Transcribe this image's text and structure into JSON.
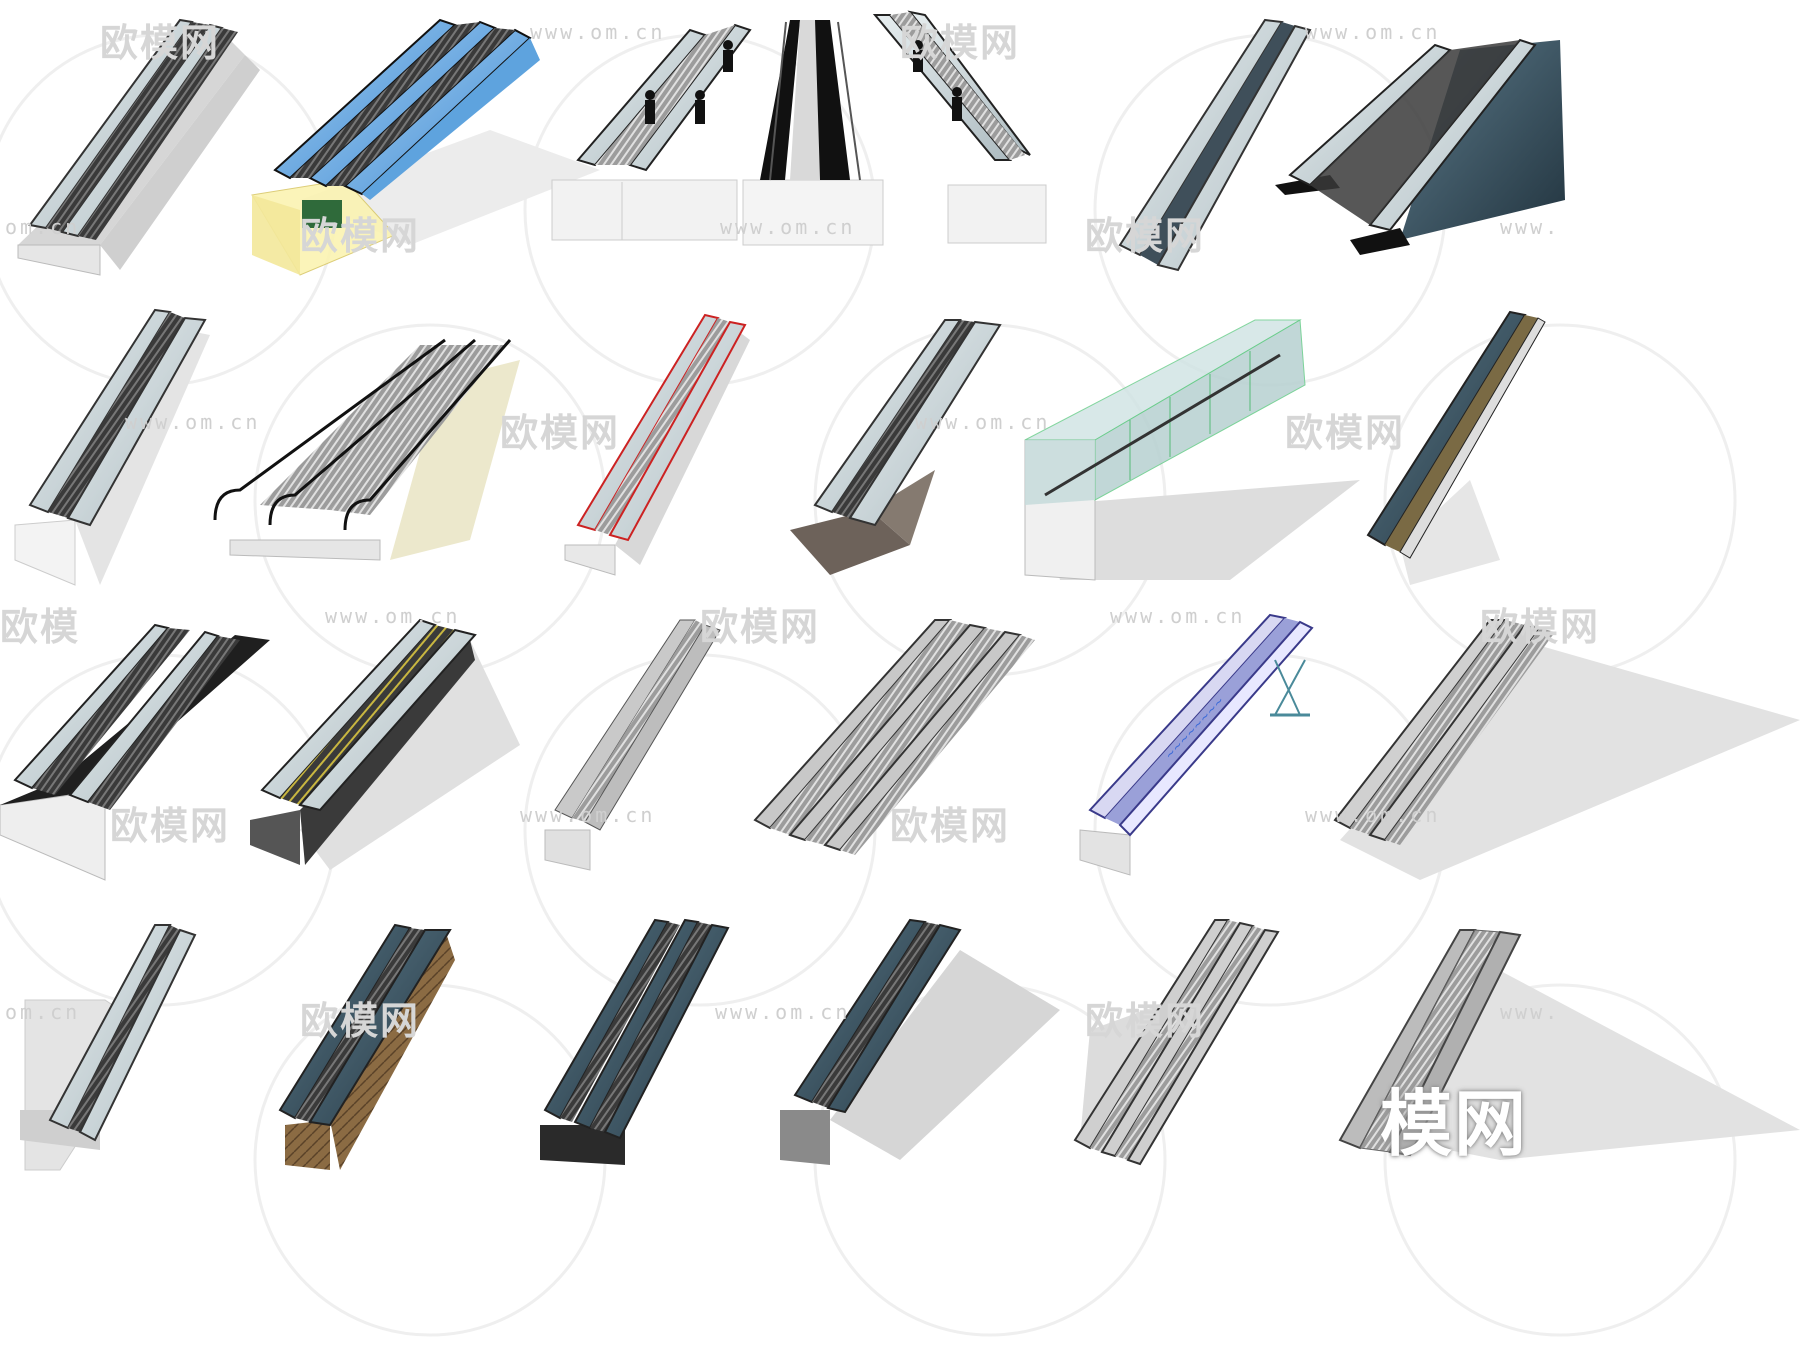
{
  "watermark": {
    "url": "www.om.cn",
    "url_short": "om.cn",
    "url_trunc": "www.",
    "logo": "欧模网",
    "logo_partial": "模网",
    "logo_partial2": "欧模",
    "big_partial": "模网"
  },
  "colors": {
    "background": "#ffffff",
    "glass": "#c9d3d6",
    "glass_blue": "#7fb6e6",
    "dark_steps": "#2b2b2b",
    "base": "#dcdcdc",
    "shadow": "#d0d0d0",
    "red_accent": "#d23a3a"
  },
  "models": [
    {
      "id": 1,
      "style": "glass-double"
    },
    {
      "id": 2,
      "style": "blue-glass-triple"
    },
    {
      "id": 3,
      "style": "escalator-group-with-people"
    },
    {
      "id": 4,
      "style": "glass-single"
    },
    {
      "id": 5,
      "style": "dark-teal-double"
    },
    {
      "id": 6,
      "style": "glass-single"
    },
    {
      "id": 7,
      "style": "open-rail-double"
    },
    {
      "id": 8,
      "style": "red-rail-single"
    },
    {
      "id": 9,
      "style": "glass-single"
    },
    {
      "id": 10,
      "style": "glass-enclosed-walkway"
    },
    {
      "id": 11,
      "style": "dark-single"
    },
    {
      "id": 12,
      "style": "black-double"
    },
    {
      "id": 13,
      "style": "dark-yellow-single"
    },
    {
      "id": 14,
      "style": "silver-single"
    },
    {
      "id": 15,
      "style": "grey-triple"
    },
    {
      "id": 16,
      "style": "blue-decorated-single"
    },
    {
      "id": 17,
      "style": "silver-double"
    },
    {
      "id": 18,
      "style": "glass-single-wall"
    },
    {
      "id": 19,
      "style": "stone-clad-single"
    },
    {
      "id": 20,
      "style": "dark-double"
    },
    {
      "id": 21,
      "style": "dark-single-shadow"
    },
    {
      "id": 22,
      "style": "silver-triple"
    },
    {
      "id": 23,
      "style": "stepped-single"
    }
  ]
}
